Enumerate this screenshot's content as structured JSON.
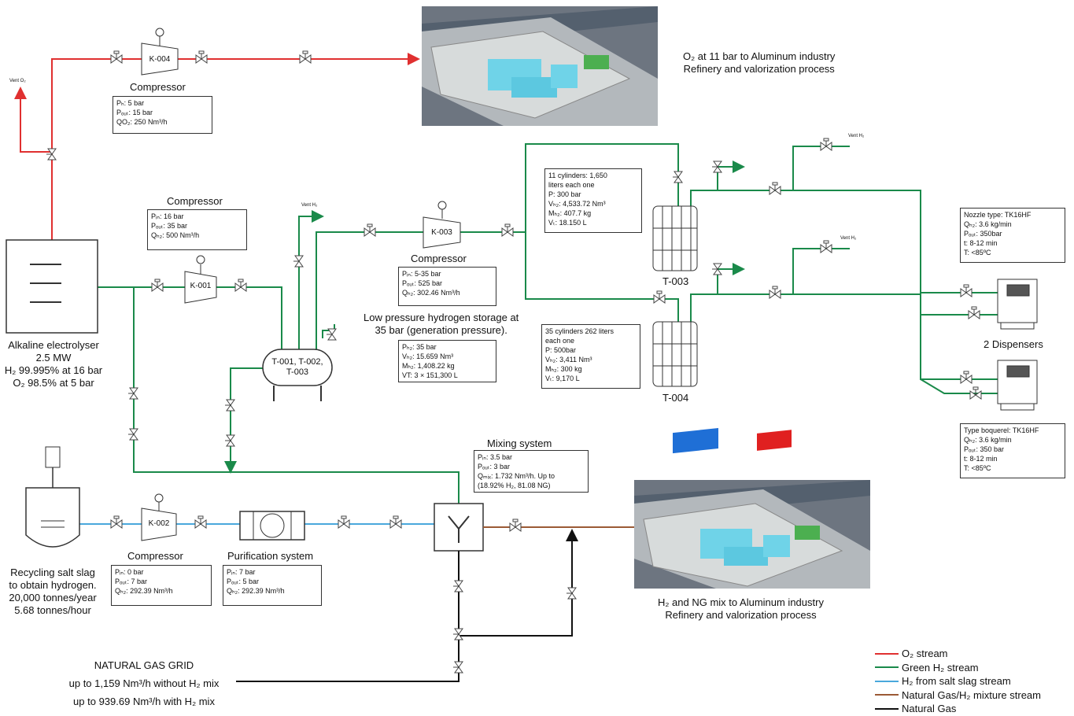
{
  "colors": {
    "o2": "#e03030",
    "green_h2": "#1a8a4a",
    "salt_h2": "#4aa8dc",
    "mix": "#9b5a35",
    "ng": "#111111",
    "tank_blue": "#6fd3e8",
    "building_blue": "#1f6fd6",
    "building_red": "#e02020"
  },
  "k004": {
    "tag": "K-004",
    "title": "Compressor",
    "lines": [
      "Pₕ: 5 bar",
      "Pₒᵤₜ: 15 bar",
      "QO₂: 250 Nm³/h"
    ]
  },
  "k001": {
    "tag": "K-001",
    "title": "Compressor",
    "lines": [
      "Pᵢₙ: 16 bar",
      "Pₒᵤₜ: 35 bar",
      "Qₕ₂: 500 Nm³/h"
    ]
  },
  "k003": {
    "tag": "K-003",
    "title": "Compressor",
    "lines": [
      "Pᵢₙ: 5-35 bar",
      "Pₒᵤₜ: 525 bar",
      "Qₕ₂: 302.46 Nm³/h"
    ]
  },
  "k002": {
    "tag": "K-002",
    "title": "Compressor",
    "lines": [
      "Pᵢₙ: 0 bar",
      "Pₒᵤₜ: 7 bar",
      "Qₕ₂: 292.39 Nm³/h"
    ]
  },
  "purification": {
    "title": "Purification system",
    "lines": [
      "Pᵢₙ: 7 bar",
      "Pₒᵤₜ: 5 bar",
      "Qₕ₂: 292.39 Nm³/h"
    ]
  },
  "lp_storage": {
    "tag_lines": [
      "T-001, T-002,",
      "T-003"
    ],
    "title_lines": [
      "Low pressure hydrogen storage at",
      "35 bar (generation pressure)."
    ],
    "lines": [
      "Pₕ₂: 35 bar",
      "Vₕ₂: 15.659 Nm³",
      "Mₕ₂: 1,408.22 kg",
      "VT: 3 × 151,300 L"
    ]
  },
  "t003": {
    "tag": "T-003",
    "lines": [
      "11 cylinders: 1,650",
      "liters each one",
      "P: 300 bar",
      "Vₕ₂: 4,533.72 Nm³",
      "Mₕ₂: 407.7 kg",
      "Vₜ: 18.150 L"
    ]
  },
  "t004": {
    "tag": "T-004",
    "lines": [
      "35 cylinders 262 liters",
      "each one",
      "P: 500bar",
      "Vₕ₂: 3,411 Nm³",
      "Mₕ₂: 300 kg",
      "Vₜ: 9,170 L"
    ]
  },
  "nozzle": {
    "lines": [
      "Nozzle type: TK16HF",
      "Qₕ₂: 3.6 kg/min",
      "Pₒᵤₜ: 350bar",
      "t: 8-12 min",
      "T: <85ºC"
    ]
  },
  "boquerel": {
    "lines": [
      "Type boquerel: TK16HF",
      "Qₕ₂: 3.6 kg/min",
      "Pₒᵤₜ: 350 bar",
      "t: 8-12 min",
      "T: <85ºC"
    ]
  },
  "dispensers": {
    "label": "2 Dispensers"
  },
  "mixing": {
    "title": "Mixing system",
    "lines": [
      "Pᵢₙ: 3.5 bar",
      "Pₒᵤₜ: 3 bar",
      "Qₘᵢₓ: 1.732 Nm³/h. Up to",
      "(18.92% H₂, 81.08 NG)"
    ]
  },
  "electrolyser": {
    "lines": [
      "Alkaline electrolyser",
      "2.5 MW",
      "H₂ 99.995% at 16 bar",
      "O₂ 98.5% at 5 bar"
    ]
  },
  "salt_slag": {
    "lines": [
      "Recycling salt slag",
      "to obtain hydrogen.",
      "20,000 tonnes/year",
      "5.68 tonnes/hour"
    ]
  },
  "ng_grid": {
    "lines": [
      "NATURAL GAS GRID",
      "up to 1,159 Nm³/h without H₂ mix",
      "up to 939.69 Nm³/h with H₂ mix"
    ]
  },
  "o2_destination": {
    "lines": [
      "O₂ at 11 bar to Aluminum industry",
      "Refinery and valorization process"
    ]
  },
  "mix_destination": {
    "lines": [
      "H₂ and NG mix to Aluminum industry",
      "Refinery and valorization process"
    ]
  },
  "vents": {
    "o2": "Vent O₂",
    "h2": "Vent H₂"
  },
  "legend": [
    {
      "label": "O₂ stream",
      "color": "#e03030"
    },
    {
      "label": "Green H₂ stream",
      "color": "#1a8a4a"
    },
    {
      "label": "H₂ from salt slag stream",
      "color": "#4aa8dc"
    },
    {
      "label": "Natural Gas/H₂ mixture stream",
      "color": "#9b5a35"
    },
    {
      "label": "Natural Gas",
      "color": "#111111"
    }
  ]
}
